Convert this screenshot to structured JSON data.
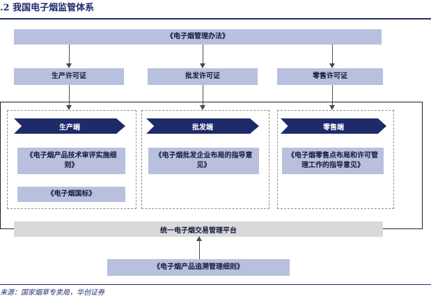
{
  "figure": {
    "title": ".2  我国电子烟监管体系",
    "source": "来源：国家烟草专卖局，华创证券"
  },
  "top_box": "《电子烟管理办法》",
  "licenses": [
    "生产许可证",
    "批发许可证",
    "零售许可证"
  ],
  "segments": [
    {
      "header": "生产端",
      "docs": [
        "《电子烟产品技术审评实施细则》",
        "《电子烟国标》"
      ]
    },
    {
      "header": "批发端",
      "docs": [
        "《电子烟批发企业布局的指导意见》"
      ]
    },
    {
      "header": "零售端",
      "docs": [
        "《电子烟零售点布局和许可管理工作的指导意见》"
      ]
    }
  ],
  "platform": "统一电子烟交易管理平台",
  "bottom_box": "《电子烟产品追溯管理细则》",
  "colors": {
    "navy": "#1f2a6b",
    "box": "#b8c0de",
    "platform": "#d9d9d9"
  }
}
